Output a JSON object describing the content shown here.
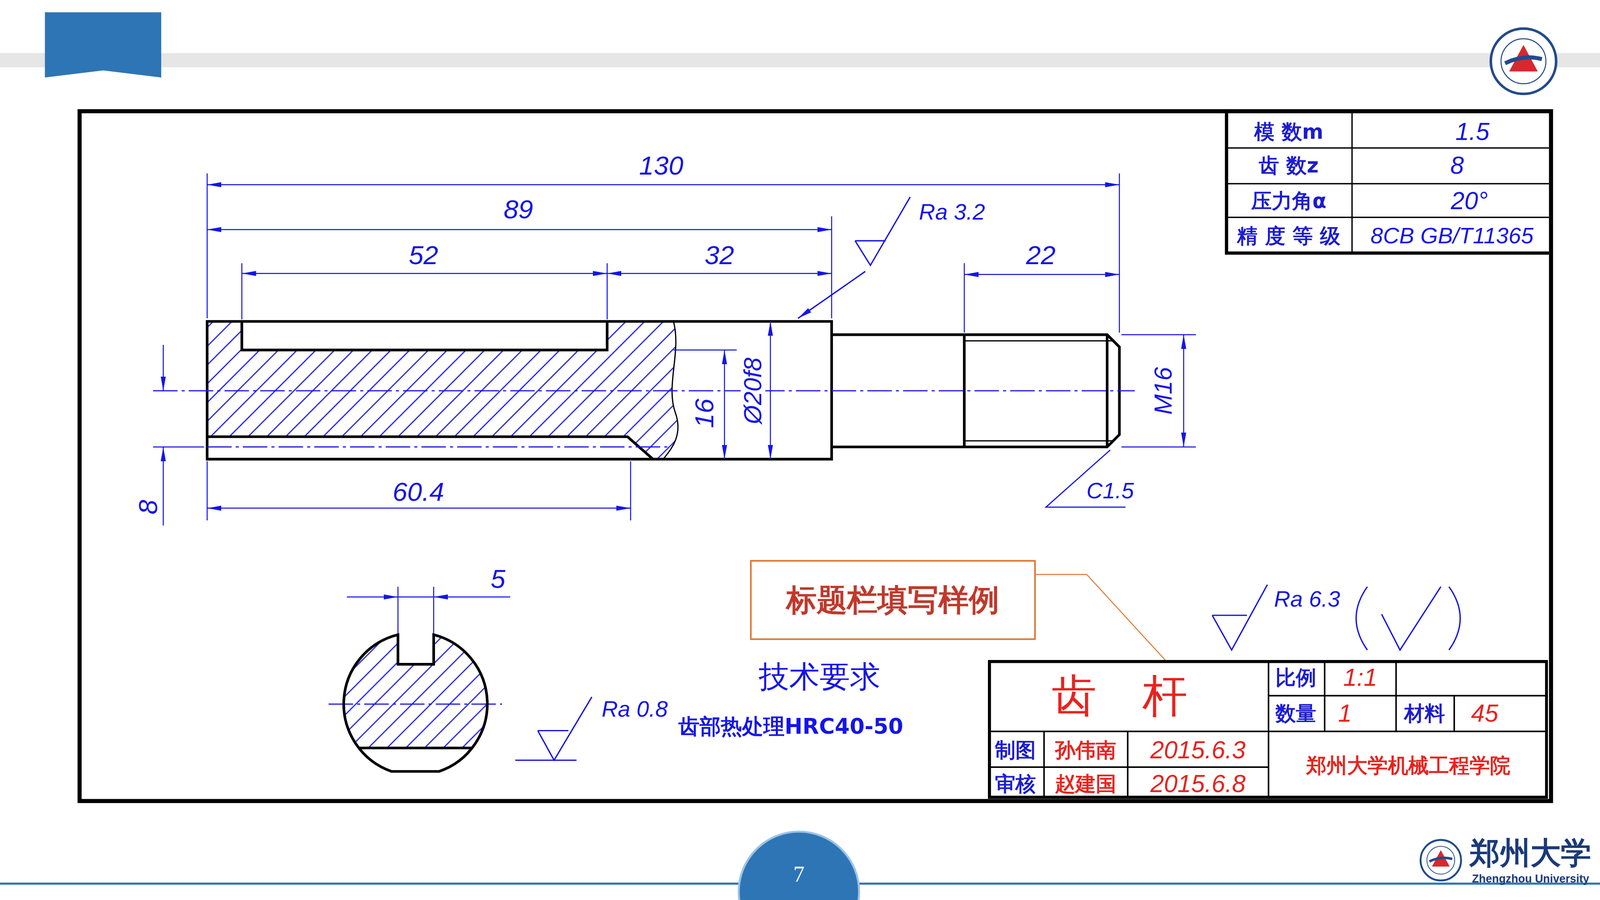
{
  "diagram": {
    "nodes": [
      {
        "text": [
          "标题栏填写样例"
        ]
      },
      {
        "text": [
          "齿 杆",
          "比例",
          "1:1",
          "数量",
          "1",
          "材料",
          "45",
          "制图",
          "孙伟南",
          "2015.6.3",
          "审核",
          "赵建国",
          "2015.6.8",
          "郑州大学机械工程学院"
        ]
      },
      {
        "text": [
          "7"
        ]
      }
    ],
    "edges": [
      {
        "from": 0,
        "to": 1,
        "arrow": "none"
      }
    ],
    "labels": [
      "130",
      "89",
      "52",
      "32",
      "Ra 3.2",
      "22",
      "16",
      "Ø20f8",
      "M16",
      "8",
      "60.4",
      "C1.5",
      "5",
      "Ra 0.8",
      "技术要求",
      "齿部热处理HRC40-50",
      "Ra 6.3",
      "模 数m",
      "1.5",
      "齿 数z",
      "8",
      "压力角α",
      "20°",
      "精 度 等 级",
      "8CB GB/T11365",
      "郑州大学",
      "Zhengzhou University"
    ]
  }
}
